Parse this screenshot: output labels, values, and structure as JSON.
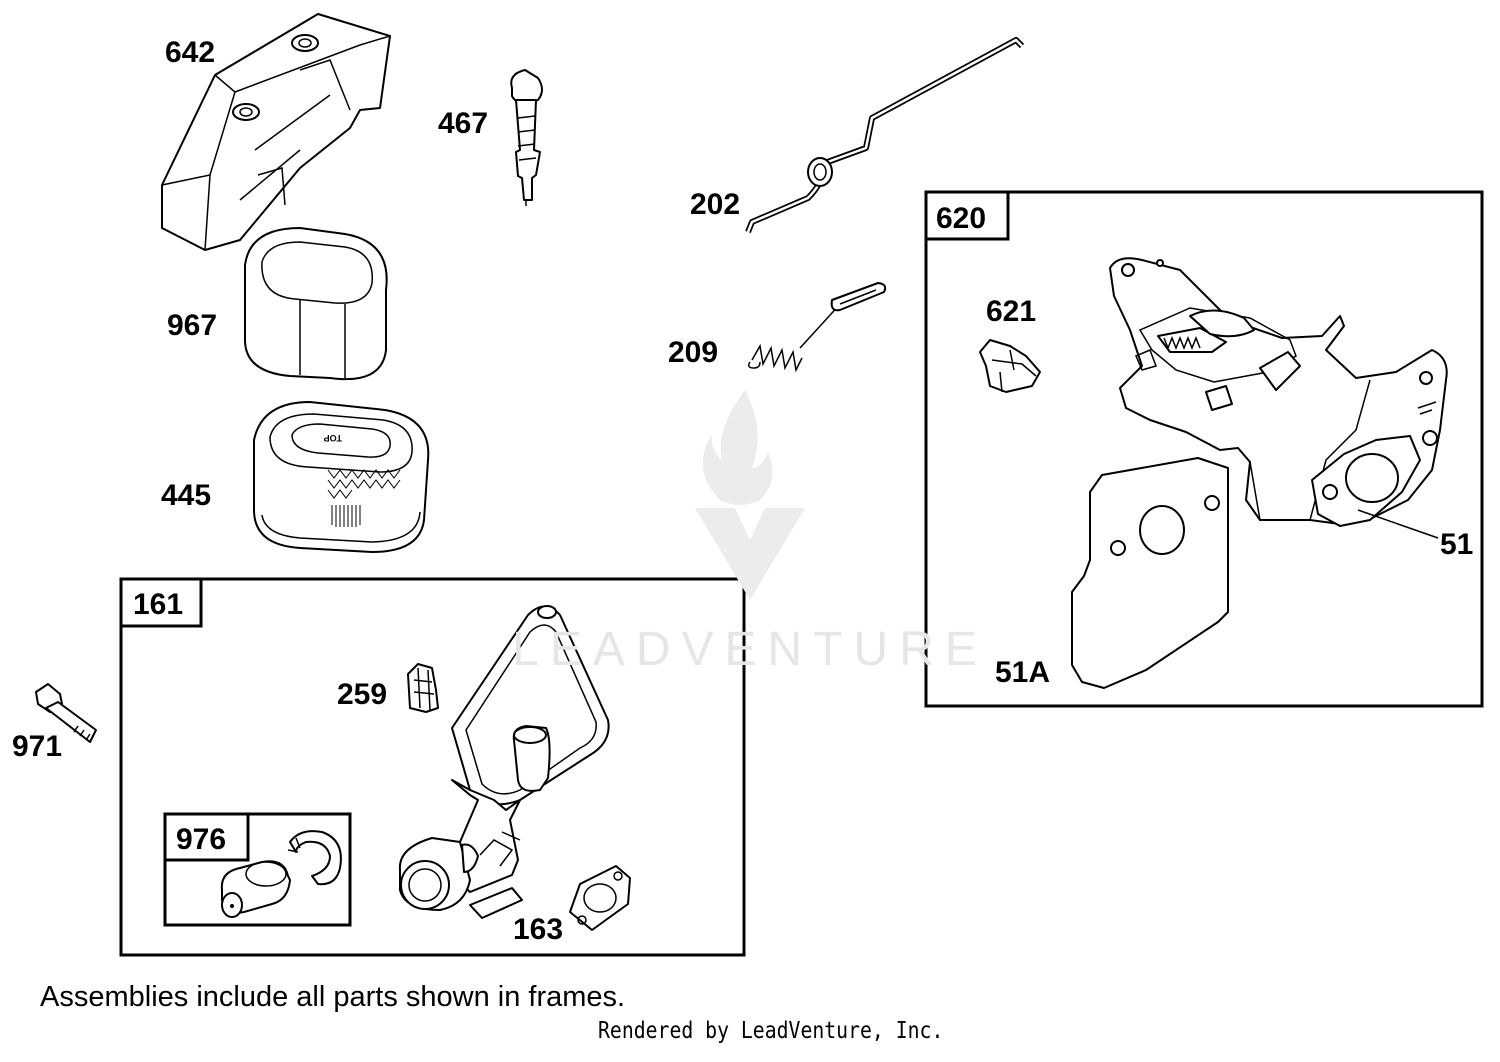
{
  "parts": {
    "p642": "642",
    "p467": "467",
    "p202": "202",
    "p967": "967",
    "p209": "209",
    "p445": "445",
    "p971": "971",
    "p259": "259",
    "p163": "163",
    "p621": "621",
    "p51": "51",
    "p51a": "51A"
  },
  "frames": {
    "f161": "161",
    "f976": "976",
    "f620": "620"
  },
  "filter_text": "TOP",
  "footnote": "Assemblies include all parts shown in frames.",
  "rendered_by": "Rendered by LeadVenture, Inc.",
  "watermark": "LEADVENTURE"
}
